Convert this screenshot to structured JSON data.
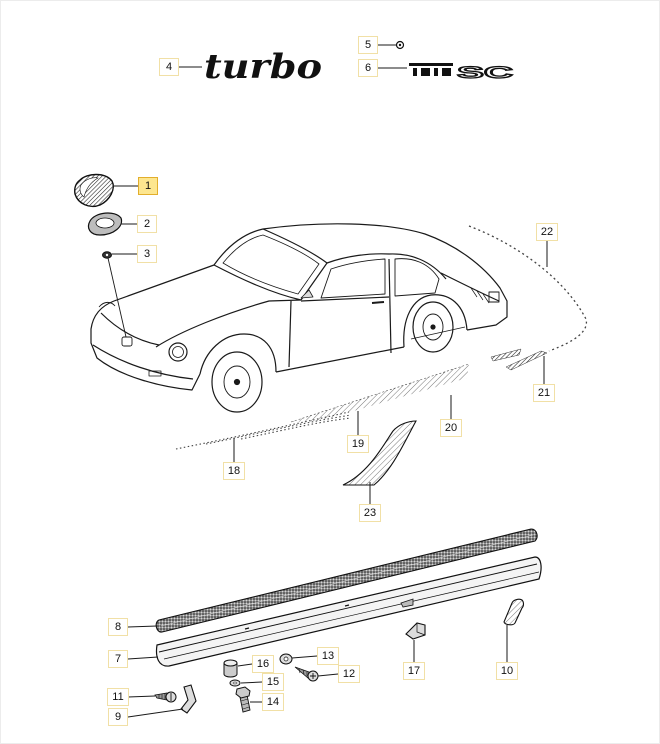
{
  "diagram": {
    "badges": {
      "turbo": "turbo",
      "sc": "SC"
    },
    "callouts": [
      {
        "label": "1",
        "highlighted": true
      },
      {
        "label": "2"
      },
      {
        "label": "3"
      },
      {
        "label": "4"
      },
      {
        "label": "5"
      },
      {
        "label": "6"
      },
      {
        "label": "7"
      },
      {
        "label": "8"
      },
      {
        "label": "9"
      },
      {
        "label": "10"
      },
      {
        "label": "11"
      },
      {
        "label": "12"
      },
      {
        "label": "13"
      },
      {
        "label": "14"
      },
      {
        "label": "15"
      },
      {
        "label": "16"
      },
      {
        "label": "17"
      },
      {
        "label": "18"
      },
      {
        "label": "19"
      },
      {
        "label": "20"
      },
      {
        "label": "21"
      },
      {
        "label": "22"
      },
      {
        "label": "23"
      }
    ]
  },
  "colors": {
    "callout_border": "#f1e0a6",
    "highlight_fill": "#fde68f",
    "highlight_border": "#e2ae2c",
    "line": "#1a1a1a"
  }
}
